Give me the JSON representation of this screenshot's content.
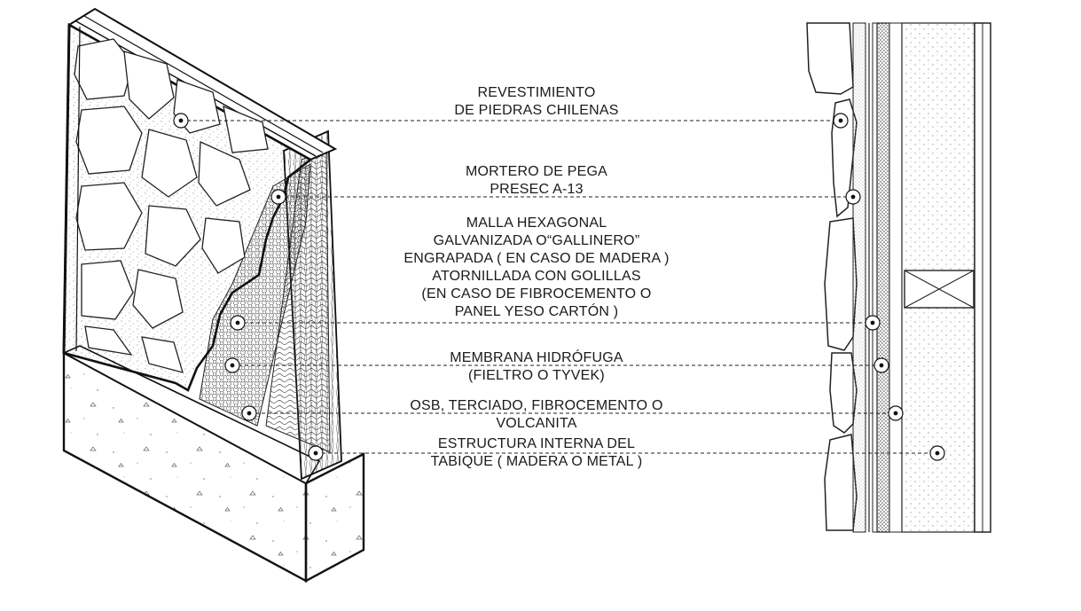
{
  "labels": [
    {
      "id": "piedras",
      "lines": [
        "REVESTIMIENTO",
        "DE PIEDRAS CHILENAS"
      ]
    },
    {
      "id": "mortero",
      "lines": [
        "MORTERO DE PEGA",
        "PRESEC A-13"
      ]
    },
    {
      "id": "malla",
      "lines": [
        "MALLA HEXAGONAL",
        "GALVANIZADA O“GALLINERO”",
        "ENGRAPADA ( EN CASO DE MADERA )",
        "ATORNILLADA CON GOLILLAS",
        "(EN CASO DE FIBROCEMENTO O",
        "PANEL YESO CARTÓN )"
      ]
    },
    {
      "id": "membrana",
      "lines": [
        "MEMBRANA HIDRÓFUGA",
        "(FIELTRO O TYVEK)"
      ]
    },
    {
      "id": "osb",
      "lines": [
        "OSB, TERCIADO, FIBROCEMENTO O",
        "VOLCANITA"
      ]
    },
    {
      "id": "estructura",
      "lines": [
        "ESTRUCTURA INTERNA DEL",
        "TABIQUE ( MADERA O METAL )"
      ]
    }
  ],
  "colors": {
    "ink": "#1a1a1a",
    "line": "#222222",
    "background": "#ffffff"
  }
}
